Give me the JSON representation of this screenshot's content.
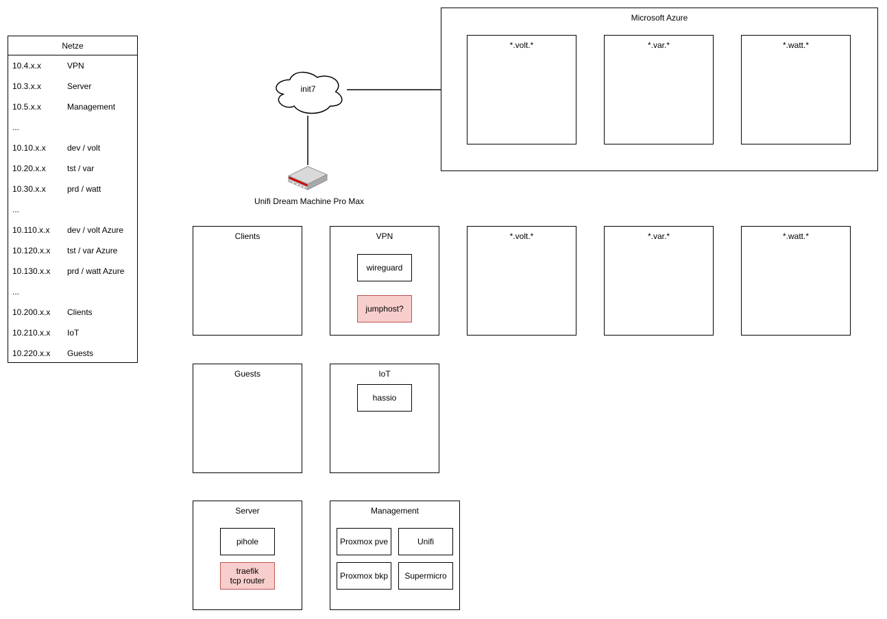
{
  "netze": {
    "title": "Netze",
    "rows": [
      {
        "ip": "10.4.x.x",
        "name": "VPN"
      },
      {
        "ip": "10.3.x.x",
        "name": "Server"
      },
      {
        "ip": "10.5.x.x",
        "name": "Management"
      },
      {
        "ip": "...",
        "name": ""
      },
      {
        "ip": "10.10.x.x",
        "name": "dev / volt"
      },
      {
        "ip": "10.20.x.x",
        "name": "tst / var"
      },
      {
        "ip": "10.30.x.x",
        "name": "prd / watt"
      },
      {
        "ip": "...",
        "name": ""
      },
      {
        "ip": "10.110.x.x",
        "name": "dev / volt Azure"
      },
      {
        "ip": "10.120.x.x",
        "name": "tst / var Azure"
      },
      {
        "ip": "10.130.x.x",
        "name": "prd / watt Azure"
      },
      {
        "ip": "...",
        "name": ""
      },
      {
        "ip": "10.200.x.x",
        "name": "Clients"
      },
      {
        "ip": "10.210.x.x",
        "name": "IoT"
      },
      {
        "ip": "10.220.x.x",
        "name": "Guests"
      }
    ]
  },
  "cloud": {
    "label": "init7"
  },
  "router": {
    "label": "Unifi Dream Machine Pro Max"
  },
  "azure": {
    "title": "Microsoft Azure",
    "volt": {
      "label": "*.volt.*"
    },
    "var": {
      "label": "*.var.*"
    },
    "watt": {
      "label": "*.watt.*"
    }
  },
  "lan": {
    "clients": {
      "label": "Clients"
    },
    "vpn": {
      "label": "VPN",
      "wireguard": {
        "label": "wireguard"
      },
      "jumphost": {
        "label": "jumphost?"
      }
    },
    "volt": {
      "label": "*.volt.*"
    },
    "var": {
      "label": "*.var.*"
    },
    "watt": {
      "label": "*.watt.*"
    },
    "guests": {
      "label": "Guests"
    },
    "iot": {
      "label": "IoT",
      "hassio": {
        "label": "hassio"
      }
    },
    "server": {
      "label": "Server",
      "pihole": {
        "label": "pihole"
      },
      "traefik": {
        "line1": "traefik",
        "line2": "tcp router"
      }
    },
    "management": {
      "label": "Management",
      "proxmox_pve": {
        "label": "Proxmox pve"
      },
      "unifi": {
        "label": "Unifi"
      },
      "proxmox_bkp": {
        "label": "Proxmox bkp"
      },
      "supermicro": {
        "label": "Supermicro"
      }
    }
  },
  "colors": {
    "stroke": "#000000",
    "highlight_fill": "#f8cecc",
    "highlight_border": "#b85450",
    "router_accent": "#cc0000"
  }
}
